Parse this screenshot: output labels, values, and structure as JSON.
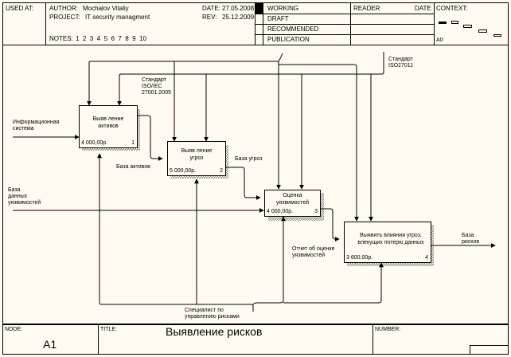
{
  "header": {
    "used_at_label": "USED AT:",
    "author_label": "AUTHOR:",
    "author": "Mochalov Vitaliy",
    "project_label": "PROJECT:",
    "project": "IT security managment",
    "notes_label": "NOTES:",
    "notes": "1  2  3  4  5  6  7  8  9  10",
    "date_label": "DATE:",
    "date": "27.05.2008",
    "rev_label": "REV:",
    "rev": "25.12.2009",
    "statuses": [
      "WORKING",
      "DRAFT",
      "RECOMMENDED",
      "PUBLICATION"
    ],
    "active_status": "WORKING",
    "reader_label": "READER",
    "reader_date_label": "DATE",
    "context_label": "CONTEXT:",
    "context_node": "A0"
  },
  "diagram": {
    "boxes": [
      {
        "title": "Выявление активов",
        "line1": "Выяв ление",
        "line2": "активов",
        "cost": "4 000,00р.",
        "number": "1"
      },
      {
        "title": "Выявление угроз",
        "line1": "Выяв ление",
        "line2": "угроз",
        "cost": "5 000,00р.",
        "number": "2"
      },
      {
        "title": "Оценка уязвимостей",
        "line1": "Оценка",
        "line2": "уязвимостей",
        "cost": "4 000,00р.",
        "number": "3"
      },
      {
        "title": "Выявить влияния угроз, влекущих потерю данных",
        "line1": "Выявить влияния угроз,",
        "line2": "влекущих потерю данных",
        "cost": "3 600,00р.",
        "number": "4"
      }
    ],
    "arrow_labels": {
      "info_system": "Информационная\nсистема",
      "standard_iso27001_2005": "Стандарт\nISO/IEC\n27001:2005",
      "standard_iso27011": "Стандарт\nISO27011",
      "assets_base": "База активов",
      "threats_base": "База угроз",
      "vuln_db": "База\nданных\nуязвимостей",
      "vuln_report": "Отчет об оценке\nуязвимостей",
      "risks_base": "База\nрисков",
      "risk_specialist": "Специалист по\nуправлению рисками"
    }
  },
  "footer": {
    "node_label": "NODE:",
    "node": "A1",
    "title_label": "TITLE:",
    "title": "Выявление рисков",
    "number_label": "NUMBER:"
  }
}
